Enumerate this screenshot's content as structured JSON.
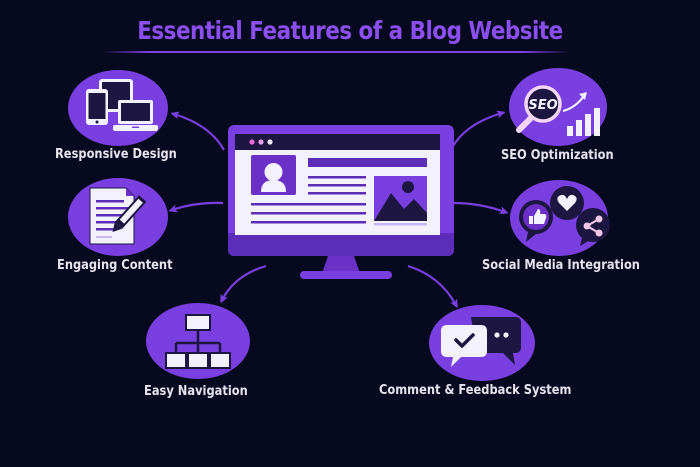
{
  "header": {
    "title": "Essential Features of a Blog Website"
  },
  "center": {
    "device": "desktop-monitor",
    "window_dots": [
      "#f06bd8",
      "#e79ee8",
      "#ece6f7"
    ],
    "content": [
      "avatar-placeholder",
      "heading-bar",
      "text-lines",
      "image-placeholder"
    ]
  },
  "features": [
    {
      "id": "responsive-design",
      "label": "Responsive Design",
      "icon": "devices-icon",
      "position": "top-left"
    },
    {
      "id": "engaging-content",
      "label": "Engaging Content",
      "icon": "document-pencil-icon",
      "position": "middle-left"
    },
    {
      "id": "easy-navigation",
      "label": "Easy Navigation",
      "icon": "sitemap-icon",
      "position": "bottom-left"
    },
    {
      "id": "seo-optimization",
      "label": "SEO Optimization",
      "icon": "seo-magnifier-chart-icon",
      "position": "top-right"
    },
    {
      "id": "social-media-integration",
      "label": "Social Media Integration",
      "icon": "social-bubbles-icon",
      "position": "middle-right"
    },
    {
      "id": "comment-feedback-system",
      "label": "Comment & Feedback System",
      "icon": "chat-check-icon",
      "position": "bottom-right"
    }
  ],
  "colors": {
    "background": "#070a1f",
    "accent": "#7a3fe0",
    "title": "#8b4ff0",
    "label": "#e6e3ee",
    "dark_fill": "#1c1640"
  }
}
